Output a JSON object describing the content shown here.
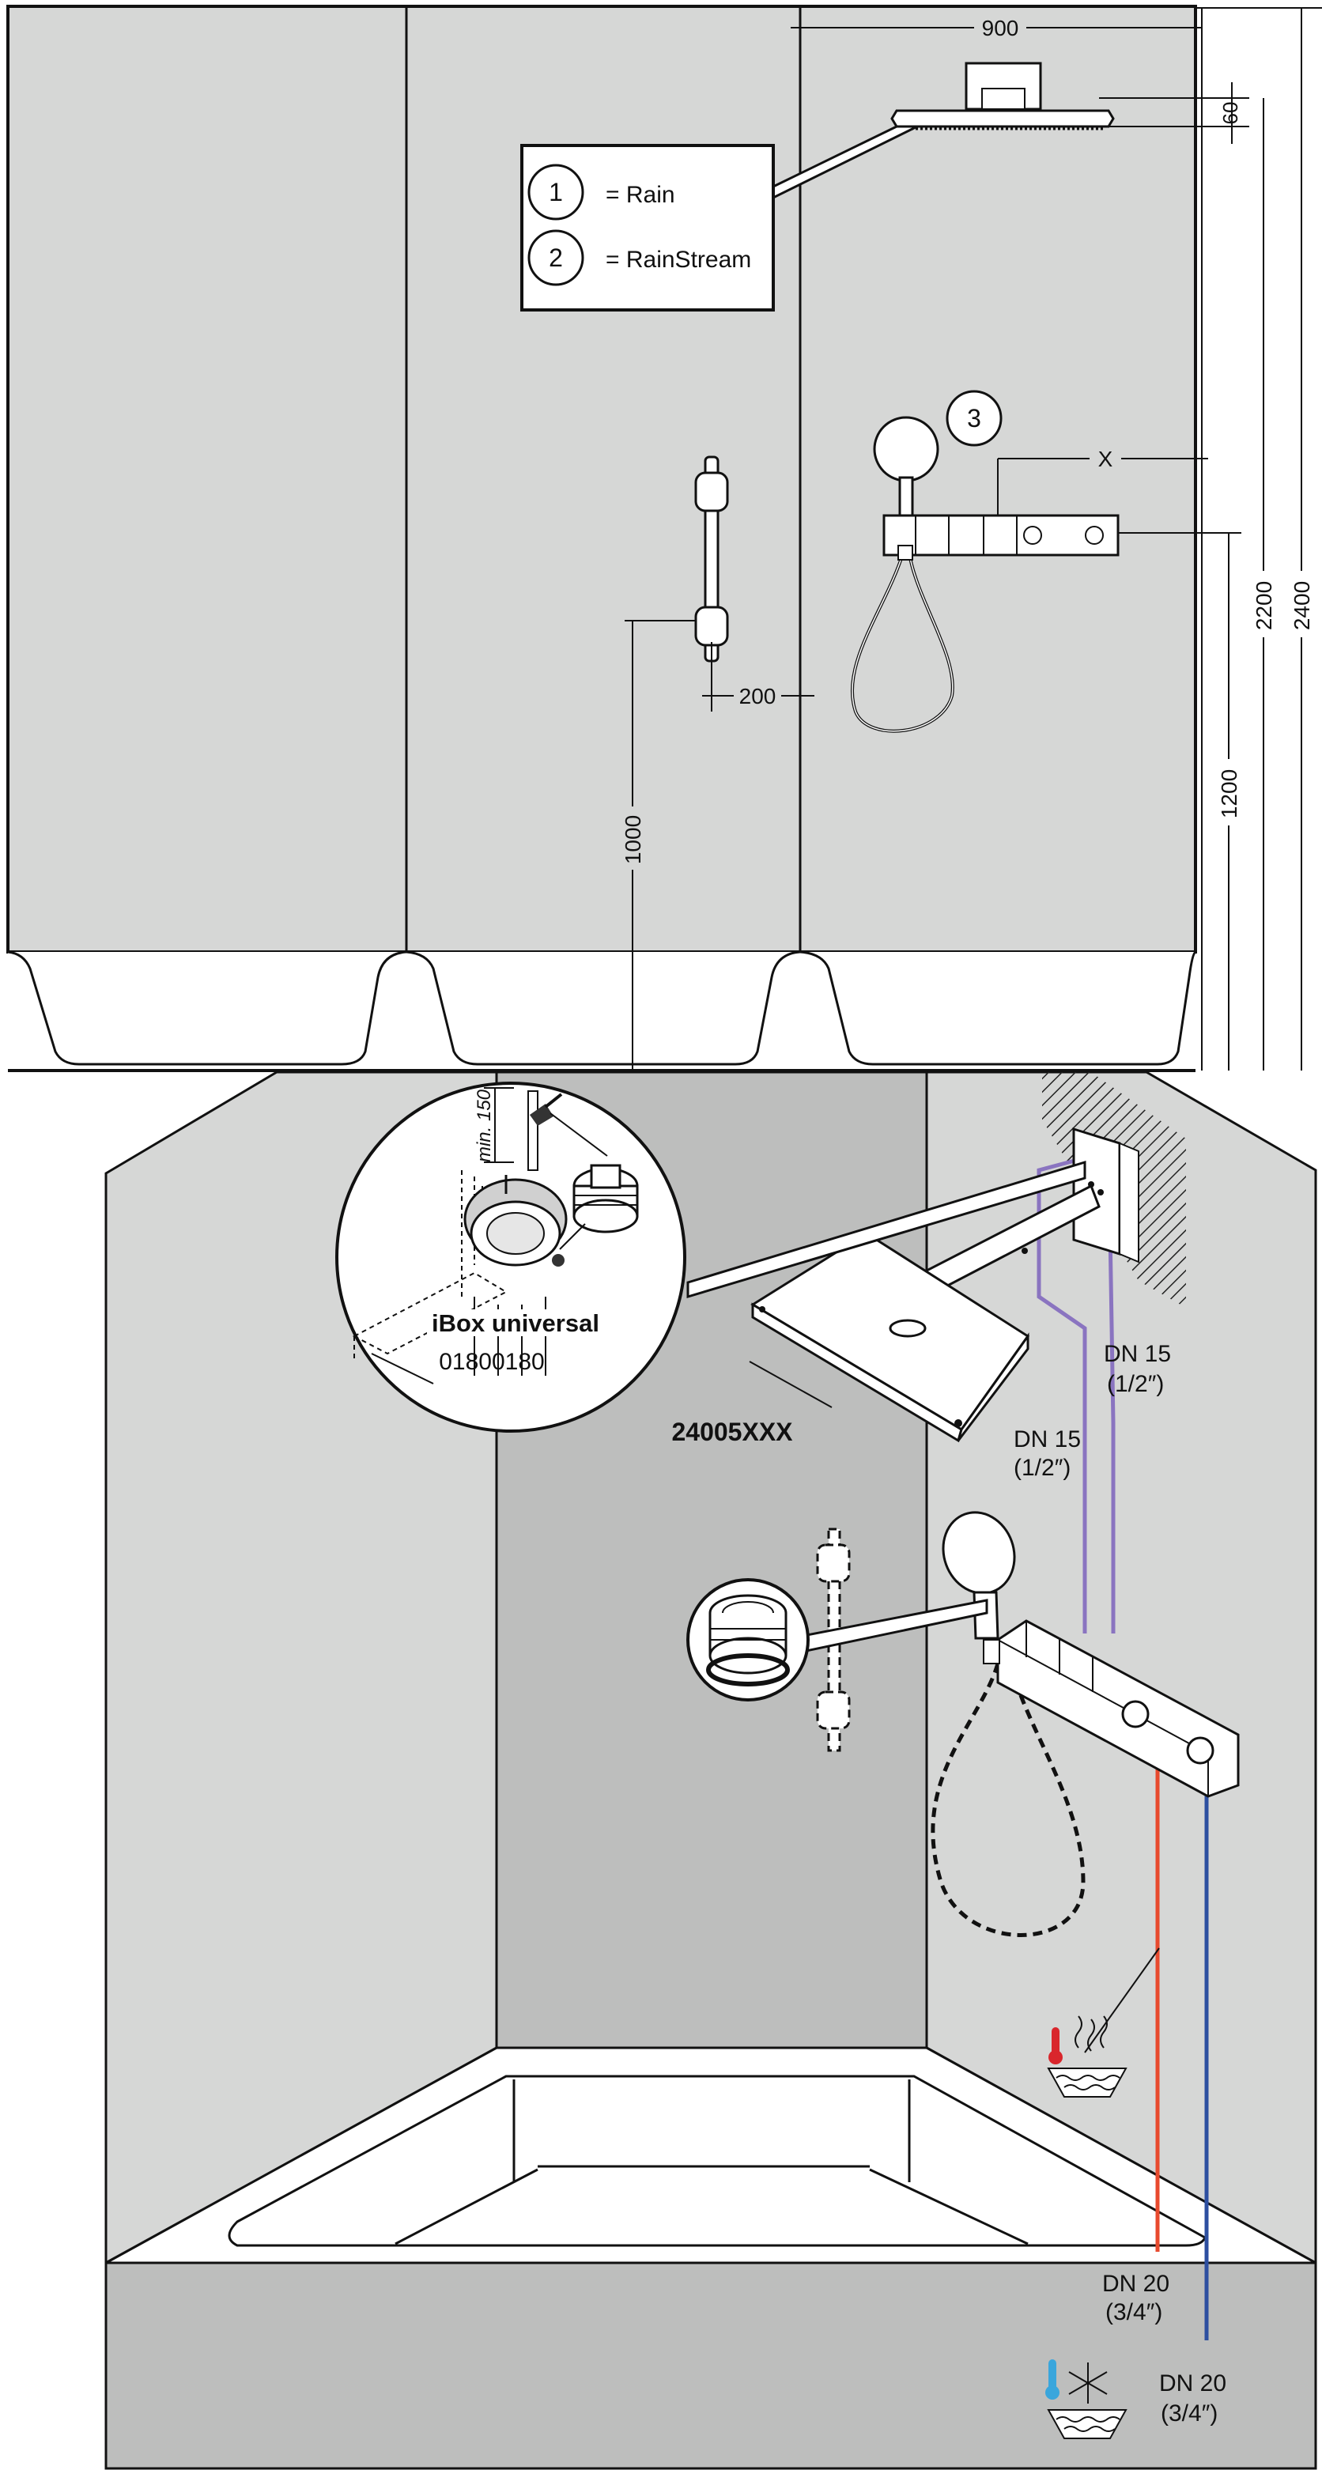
{
  "legend": {
    "items": [
      {
        "number": "1",
        "label": "= Rain"
      },
      {
        "number": "2",
        "label": "= RainStream"
      }
    ]
  },
  "callout_number": "3",
  "dimensions": {
    "width_900": "900",
    "head_60": "60",
    "x_label": "X",
    "dim_200": "200",
    "dim_1000": "1000",
    "dim_1200": "1200",
    "dim_2200": "2200",
    "dim_2400": "2400"
  },
  "detail": {
    "min_label": "min. 150",
    "ibox_title": "iBox universal",
    "ibox_code": "01800180"
  },
  "part_number": "24005XXX",
  "pipes": {
    "dn15_a_line1": "DN 15",
    "dn15_a_line2": "(1/2″)",
    "dn15_b_line1": "DN 15",
    "dn15_b_line2": "(1/2″)",
    "dn20_hot_line1": "DN 20",
    "dn20_hot_line2": "(3/4″)",
    "dn20_cold_line1": "DN 20",
    "dn20_cold_line2": "(3/4″)"
  },
  "colors": {
    "wall": "#d6d7d6",
    "wall_dark": "#bdbebd",
    "hot_pipe": "#e84a2e",
    "cold_pipe": "#2d4fa0",
    "outlet_pipe": "#8a74c0",
    "thermo_red": "#d9262c",
    "thermo_blue": "#3aa6dc"
  }
}
